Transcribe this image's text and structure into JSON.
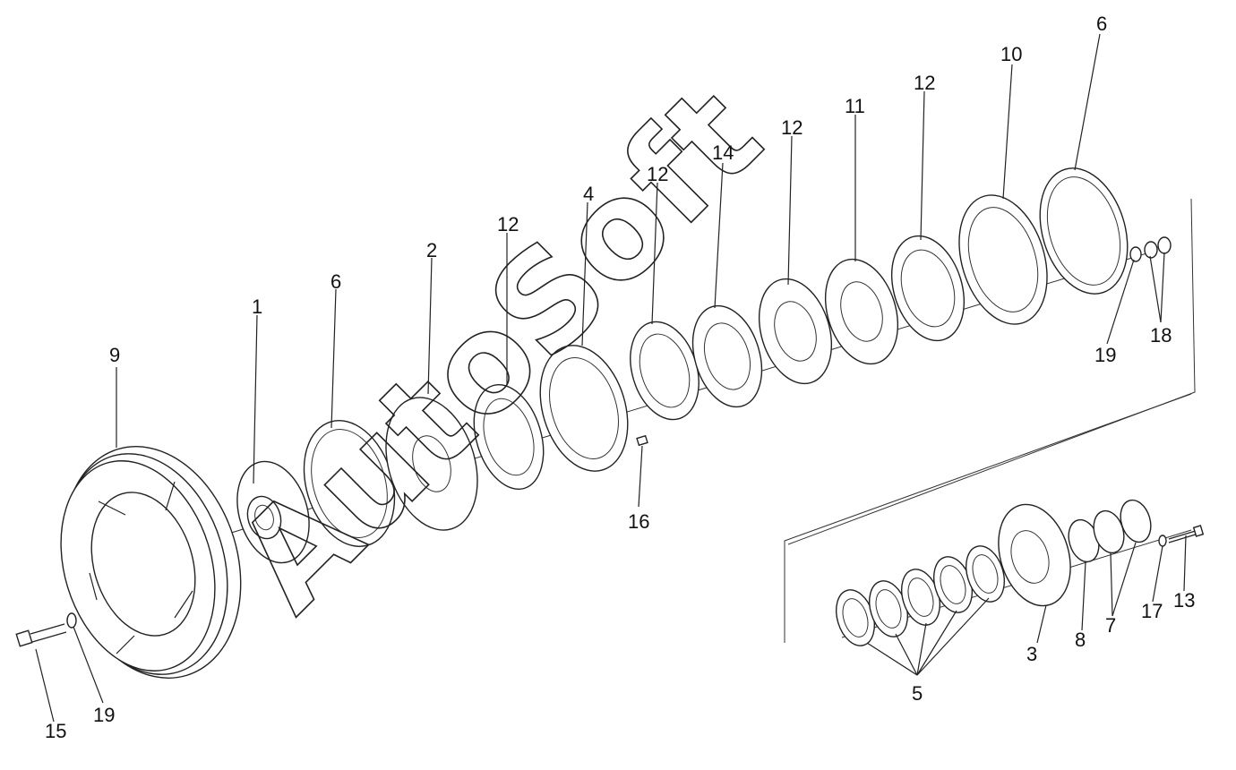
{
  "watermark": "AutoSoft",
  "labels": {
    "p1": "1",
    "p2": "2",
    "p3": "3",
    "p4": "4",
    "p5": "5",
    "p6a": "6",
    "p6b": "6",
    "p7": "7",
    "p8": "8",
    "p9": "9",
    "p10": "10",
    "p11": "11",
    "p12a": "12",
    "p12b": "12",
    "p12c": "12",
    "p12d": "12",
    "p13": "13",
    "p14": "14",
    "p15": "15",
    "p16": "16",
    "p17": "17",
    "p18": "18",
    "p19a": "19",
    "p19b": "19"
  }
}
